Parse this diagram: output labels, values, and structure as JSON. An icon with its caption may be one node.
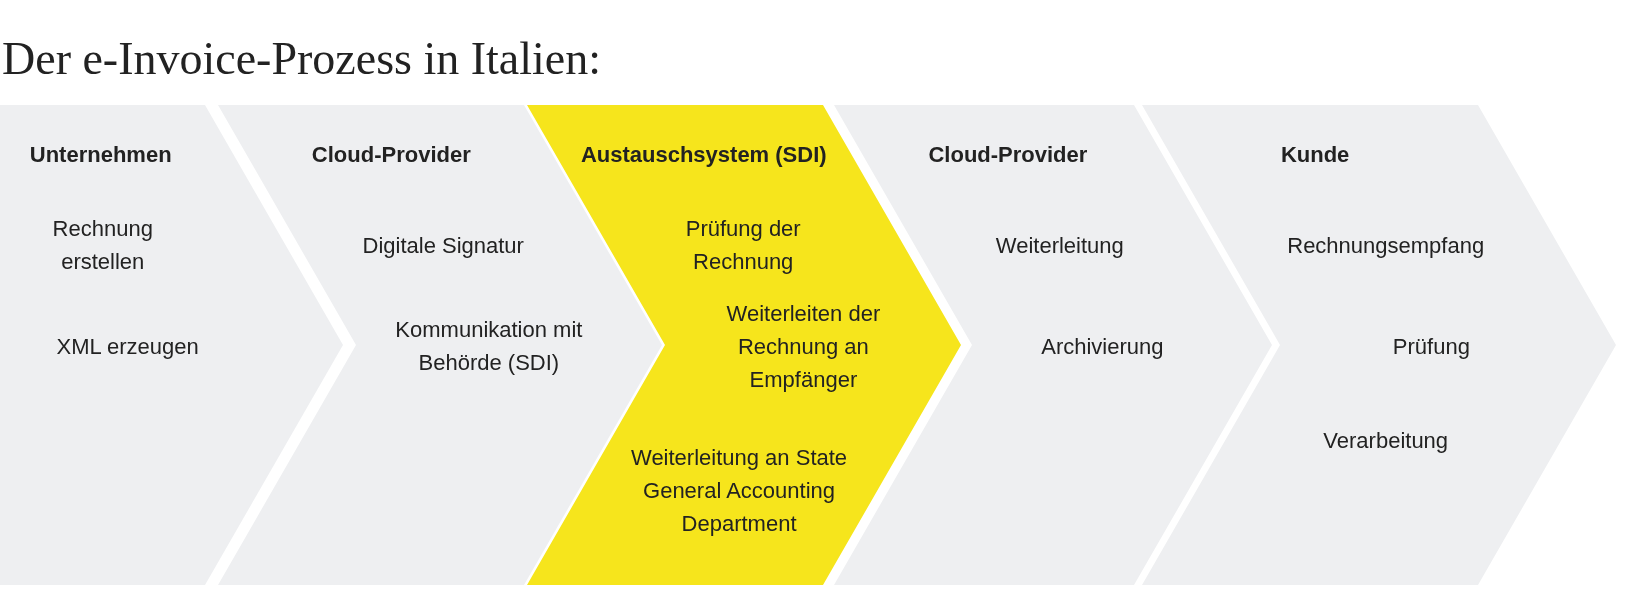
{
  "diagram": {
    "title": "Der e-Invoice-Prozess in Italien:",
    "nodes": [
      {
        "text": [
          "Unternehmen",
          "Rechnung erstellen",
          "XML erzeugen"
        ]
      },
      {
        "text": [
          "Cloud-Provider",
          "Digitale Signatur",
          "Kommunikation mit Behörde (SDI)"
        ]
      },
      {
        "text": [
          "Austauschsystem (SDI)",
          "Prüfung der Rechnung",
          "Weiterleiten der Rechnung an Empfänger",
          "Weiterleitung an State General Accounting Department"
        ]
      },
      {
        "text": [
          "Cloud-Provider",
          "Weiterleitung",
          "Archivierung"
        ]
      },
      {
        "text": [
          "Kunde",
          "Rechnungsempfang",
          "Prüfung",
          "Verarbeitung"
        ]
      }
    ],
    "edges": []
  }
}
